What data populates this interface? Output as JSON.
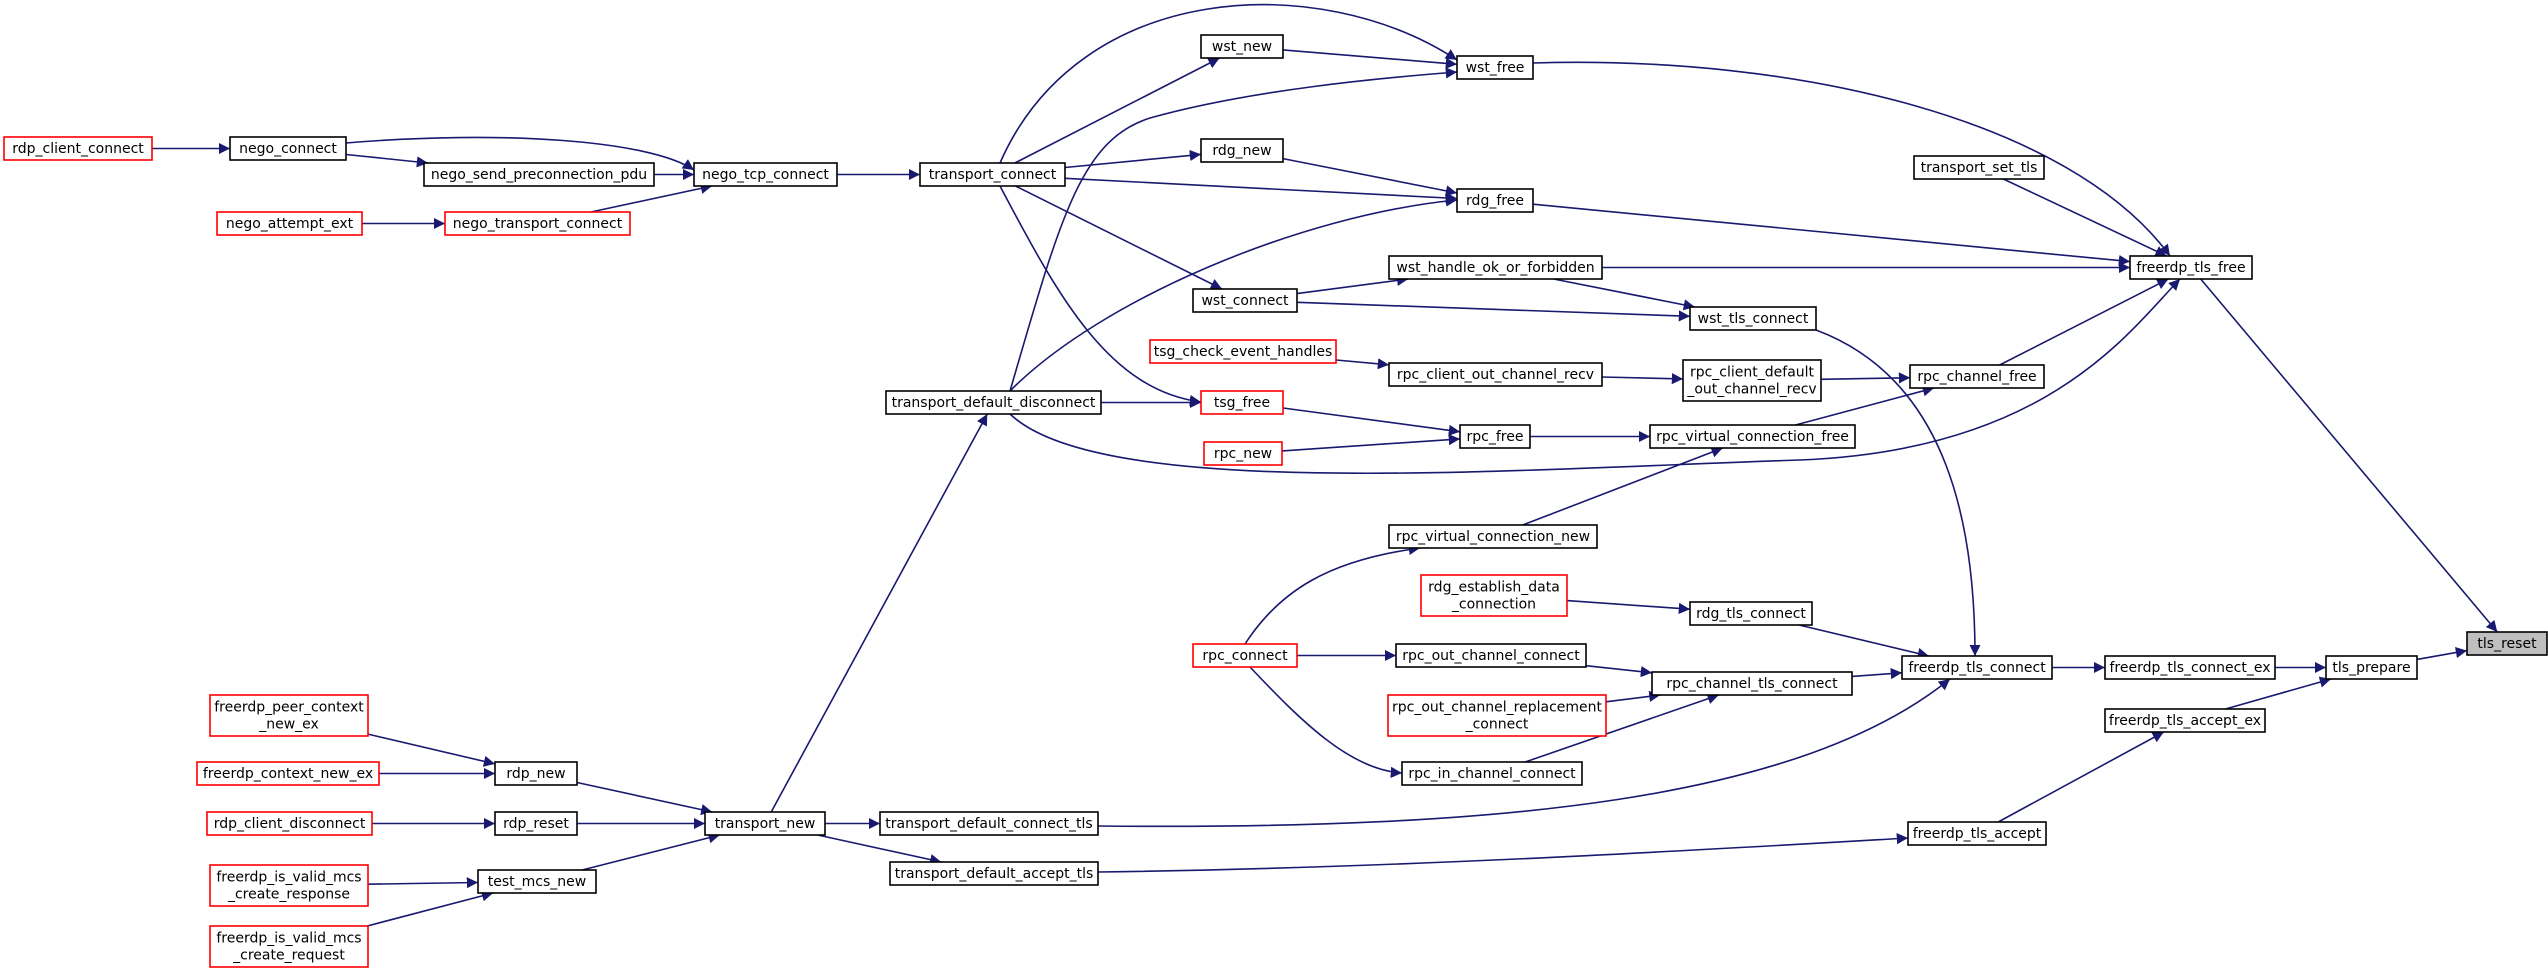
{
  "diagram": {
    "type": "call-graph",
    "edge_color": "#191970",
    "colors": {
      "node_border": "#000000",
      "node_border_truncated": "#ff0000",
      "focus_fill": "#bfbfbf",
      "background": "#ffffff"
    },
    "nodes": [
      {
        "id": "tls_reset",
        "lines": [
          "tls_reset"
        ],
        "style": "focus"
      },
      {
        "id": "tls_prepare",
        "lines": [
          "tls_prepare"
        ],
        "style": "black"
      },
      {
        "id": "freerdp_tls_free",
        "lines": [
          "freerdp_tls_free"
        ],
        "style": "black"
      },
      {
        "id": "freerdp_tls_connect_ex",
        "lines": [
          "freerdp_tls_connect_ex"
        ],
        "style": "black"
      },
      {
        "id": "freerdp_tls_accept_ex",
        "lines": [
          "freerdp_tls_accept_ex"
        ],
        "style": "black"
      },
      {
        "id": "freerdp_tls_connect",
        "lines": [
          "freerdp_tls_connect"
        ],
        "style": "black"
      },
      {
        "id": "freerdp_tls_accept",
        "lines": [
          "freerdp_tls_accept"
        ],
        "style": "black"
      },
      {
        "id": "transport_set_tls",
        "lines": [
          "transport_set_tls"
        ],
        "style": "black"
      },
      {
        "id": "wst_free",
        "lines": [
          "wst_free"
        ],
        "style": "black"
      },
      {
        "id": "rdg_free",
        "lines": [
          "rdg_free"
        ],
        "style": "black"
      },
      {
        "id": "wst_handle_ok_or_forbidden",
        "lines": [
          "wst_handle_ok_or_forbidden"
        ],
        "style": "black"
      },
      {
        "id": "wst_tls_connect",
        "lines": [
          "wst_tls_connect"
        ],
        "style": "black"
      },
      {
        "id": "rpc_channel_free",
        "lines": [
          "rpc_channel_free"
        ],
        "style": "black"
      },
      {
        "id": "rpc_client_default_out_channel_recv",
        "lines": [
          "rpc_client_default",
          "_out_channel_recv"
        ],
        "style": "black"
      },
      {
        "id": "rpc_virtual_connection_free",
        "lines": [
          "rpc_virtual_connection_free"
        ],
        "style": "black"
      },
      {
        "id": "rpc_client_out_channel_recv",
        "lines": [
          "rpc_client_out_channel_recv"
        ],
        "style": "black"
      },
      {
        "id": "rpc_free",
        "lines": [
          "rpc_free"
        ],
        "style": "black"
      },
      {
        "id": "rpc_virtual_connection_new",
        "lines": [
          "rpc_virtual_connection_new"
        ],
        "style": "black"
      },
      {
        "id": "rdg_tls_connect",
        "lines": [
          "rdg_tls_connect"
        ],
        "style": "black"
      },
      {
        "id": "rpc_channel_tls_connect",
        "lines": [
          "rpc_channel_tls_connect"
        ],
        "style": "black"
      },
      {
        "id": "rpc_out_channel_connect",
        "lines": [
          "rpc_out_channel_connect"
        ],
        "style": "black"
      },
      {
        "id": "rpc_in_channel_connect",
        "lines": [
          "rpc_in_channel_connect"
        ],
        "style": "black"
      },
      {
        "id": "transport_default_connect_tls",
        "lines": [
          "transport_default_connect_tls"
        ],
        "style": "black"
      },
      {
        "id": "transport_default_accept_tls",
        "lines": [
          "transport_default_accept_tls"
        ],
        "style": "black"
      },
      {
        "id": "wst_new",
        "lines": [
          "wst_new"
        ],
        "style": "black"
      },
      {
        "id": "rdg_new",
        "lines": [
          "rdg_new"
        ],
        "style": "black"
      },
      {
        "id": "wst_connect",
        "lines": [
          "wst_connect"
        ],
        "style": "black"
      },
      {
        "id": "tsg_check_event_handles",
        "lines": [
          "tsg_check_event_handles"
        ],
        "style": "red"
      },
      {
        "id": "tsg_free",
        "lines": [
          "tsg_free"
        ],
        "style": "red"
      },
      {
        "id": "rpc_new",
        "lines": [
          "rpc_new"
        ],
        "style": "red"
      },
      {
        "id": "rdg_establish_data_connection",
        "lines": [
          "rdg_establish_data",
          "_connection"
        ],
        "style": "red"
      },
      {
        "id": "rpc_connect",
        "lines": [
          "rpc_connect"
        ],
        "style": "red"
      },
      {
        "id": "rpc_out_channel_replacement_connect",
        "lines": [
          "rpc_out_channel_replacement",
          "_connect"
        ],
        "style": "red"
      },
      {
        "id": "transport_connect",
        "lines": [
          "transport_connect"
        ],
        "style": "black"
      },
      {
        "id": "transport_default_disconnect",
        "lines": [
          "transport_default_disconnect"
        ],
        "style": "black"
      },
      {
        "id": "transport_new",
        "lines": [
          "transport_new"
        ],
        "style": "black"
      },
      {
        "id": "nego_tcp_connect",
        "lines": [
          "nego_tcp_connect"
        ],
        "style": "black"
      },
      {
        "id": "nego_connect",
        "lines": [
          "nego_connect"
        ],
        "style": "black"
      },
      {
        "id": "nego_send_preconnection_pdu",
        "lines": [
          "nego_send_preconnection_pdu"
        ],
        "style": "black"
      },
      {
        "id": "nego_transport_connect",
        "lines": [
          "nego_transport_connect"
        ],
        "style": "red"
      },
      {
        "id": "rdp_client_connect",
        "lines": [
          "rdp_client_connect"
        ],
        "style": "red"
      },
      {
        "id": "nego_attempt_ext",
        "lines": [
          "nego_attempt_ext"
        ],
        "style": "red"
      },
      {
        "id": "rdp_new",
        "lines": [
          "rdp_new"
        ],
        "style": "black"
      },
      {
        "id": "rdp_reset",
        "lines": [
          "rdp_reset"
        ],
        "style": "black"
      },
      {
        "id": "test_mcs_new",
        "lines": [
          "test_mcs_new"
        ],
        "style": "black"
      },
      {
        "id": "freerdp_peer_context_new_ex",
        "lines": [
          "freerdp_peer_context",
          "_new_ex"
        ],
        "style": "red"
      },
      {
        "id": "freerdp_context_new_ex",
        "lines": [
          "freerdp_context_new_ex"
        ],
        "style": "red"
      },
      {
        "id": "rdp_client_disconnect",
        "lines": [
          "rdp_client_disconnect"
        ],
        "style": "red"
      },
      {
        "id": "freerdp_is_valid_mcs_create_response",
        "lines": [
          "freerdp_is_valid_mcs",
          "_create_response"
        ],
        "style": "red"
      },
      {
        "id": "freerdp_is_valid_mcs_create_request",
        "lines": [
          "freerdp_is_valid_mcs",
          "_create_request"
        ],
        "style": "red"
      }
    ],
    "edges": [
      {
        "from": "tls_prepare",
        "to": "tls_reset"
      },
      {
        "from": "freerdp_tls_free",
        "to": "tls_reset"
      },
      {
        "from": "freerdp_tls_connect_ex",
        "to": "tls_prepare"
      },
      {
        "from": "freerdp_tls_accept_ex",
        "to": "tls_prepare"
      },
      {
        "from": "freerdp_tls_connect",
        "to": "freerdp_tls_connect_ex"
      },
      {
        "from": "freerdp_tls_accept",
        "to": "freerdp_tls_accept_ex"
      },
      {
        "from": "transport_set_tls",
        "to": "freerdp_tls_free"
      },
      {
        "from": "wst_free",
        "to": "freerdp_tls_free"
      },
      {
        "from": "rdg_free",
        "to": "freerdp_tls_free"
      },
      {
        "from": "wst_handle_ok_or_forbidden",
        "to": "freerdp_tls_free"
      },
      {
        "from": "rpc_channel_free",
        "to": "freerdp_tls_free"
      },
      {
        "from": "transport_default_disconnect",
        "to": "freerdp_tls_free"
      },
      {
        "from": "wst_tls_connect",
        "to": "freerdp_tls_connect"
      },
      {
        "from": "rdg_tls_connect",
        "to": "freerdp_tls_connect"
      },
      {
        "from": "rpc_channel_tls_connect",
        "to": "freerdp_tls_connect"
      },
      {
        "from": "transport_default_connect_tls",
        "to": "freerdp_tls_connect"
      },
      {
        "from": "transport_default_accept_tls",
        "to": "freerdp_tls_accept"
      },
      {
        "from": "wst_handle_ok_or_forbidden",
        "to": "wst_tls_connect"
      },
      {
        "from": "wst_connect",
        "to": "wst_tls_connect"
      },
      {
        "from": "wst_connect",
        "to": "wst_handle_ok_or_forbidden"
      },
      {
        "from": "rpc_client_default_out_channel_recv",
        "to": "rpc_channel_free"
      },
      {
        "from": "rpc_virtual_connection_free",
        "to": "rpc_channel_free"
      },
      {
        "from": "rpc_client_out_channel_recv",
        "to": "rpc_client_default_out_channel_recv"
      },
      {
        "from": "tsg_check_event_handles",
        "to": "rpc_client_out_channel_recv"
      },
      {
        "from": "rpc_free",
        "to": "rpc_virtual_connection_free"
      },
      {
        "from": "rpc_virtual_connection_new",
        "to": "rpc_virtual_connection_free"
      },
      {
        "from": "tsg_free",
        "to": "rpc_free"
      },
      {
        "from": "rpc_new",
        "to": "rpc_free"
      },
      {
        "from": "rpc_connect",
        "to": "rpc_virtual_connection_new"
      },
      {
        "from": "rdg_establish_data_connection",
        "to": "rdg_tls_connect"
      },
      {
        "from": "rpc_out_channel_connect",
        "to": "rpc_channel_tls_connect"
      },
      {
        "from": "rpc_out_channel_replacement_connect",
        "to": "rpc_channel_tls_connect"
      },
      {
        "from": "rpc_in_channel_connect",
        "to": "rpc_channel_tls_connect"
      },
      {
        "from": "rpc_connect",
        "to": "rpc_out_channel_connect"
      },
      {
        "from": "rpc_connect",
        "to": "rpc_in_channel_connect"
      },
      {
        "from": "transport_new",
        "to": "transport_default_connect_tls"
      },
      {
        "from": "transport_new",
        "to": "transport_default_accept_tls"
      },
      {
        "from": "transport_new",
        "to": "transport_default_disconnect"
      },
      {
        "from": "transport_connect",
        "to": "wst_new"
      },
      {
        "from": "transport_connect",
        "to": "wst_free"
      },
      {
        "from": "transport_connect",
        "to": "rdg_new"
      },
      {
        "from": "transport_connect",
        "to": "rdg_free"
      },
      {
        "from": "transport_connect",
        "to": "wst_connect"
      },
      {
        "from": "transport_connect",
        "to": "tsg_free"
      },
      {
        "from": "wst_new",
        "to": "wst_free"
      },
      {
        "from": "rdg_new",
        "to": "rdg_free"
      },
      {
        "from": "transport_default_disconnect",
        "to": "wst_free"
      },
      {
        "from": "transport_default_disconnect",
        "to": "rdg_free"
      },
      {
        "from": "transport_default_disconnect",
        "to": "tsg_free"
      },
      {
        "from": "nego_tcp_connect",
        "to": "transport_connect"
      },
      {
        "from": "nego_connect",
        "to": "nego_tcp_connect"
      },
      {
        "from": "nego_send_preconnection_pdu",
        "to": "nego_tcp_connect"
      },
      {
        "from": "nego_transport_connect",
        "to": "nego_tcp_connect"
      },
      {
        "from": "nego_connect",
        "to": "nego_send_preconnection_pdu"
      },
      {
        "from": "rdp_client_connect",
        "to": "nego_connect"
      },
      {
        "from": "nego_attempt_ext",
        "to": "nego_transport_connect"
      },
      {
        "from": "rdp_new",
        "to": "transport_new"
      },
      {
        "from": "rdp_reset",
        "to": "transport_new"
      },
      {
        "from": "test_mcs_new",
        "to": "transport_new"
      },
      {
        "from": "freerdp_peer_context_new_ex",
        "to": "rdp_new"
      },
      {
        "from": "freerdp_context_new_ex",
        "to": "rdp_new"
      },
      {
        "from": "rdp_client_disconnect",
        "to": "rdp_reset"
      },
      {
        "from": "freerdp_is_valid_mcs_create_response",
        "to": "test_mcs_new"
      },
      {
        "from": "freerdp_is_valid_mcs_create_request",
        "to": "test_mcs_new"
      }
    ]
  }
}
